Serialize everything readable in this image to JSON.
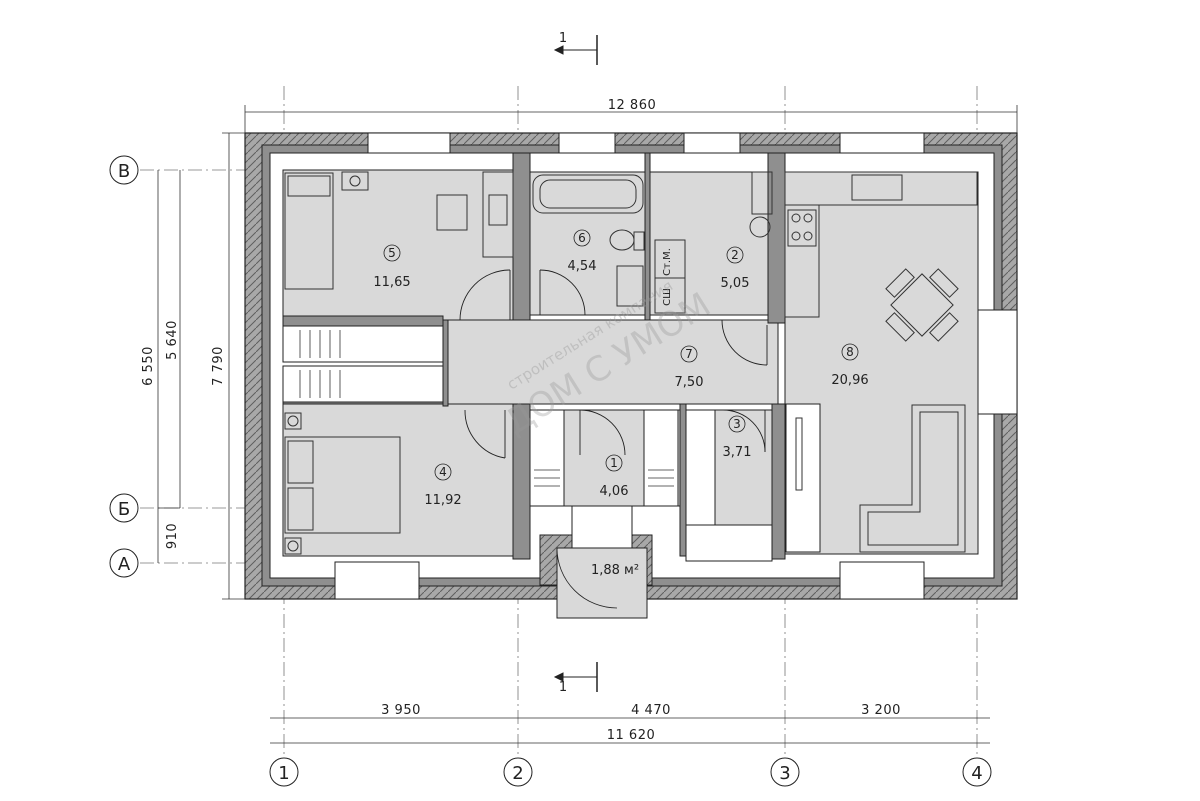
{
  "section_mark": "1",
  "dimensions": {
    "overall_top": "12 860",
    "left_outer": "7 790",
    "left_mid": "6 550",
    "left_inner": "5 640",
    "left_small": "910",
    "bottom_1": "3 950",
    "bottom_2": "4 470",
    "bottom_3": "3 200",
    "bottom_total": "11 620"
  },
  "axes": {
    "horizontal": [
      "1",
      "2",
      "3",
      "4"
    ],
    "vertical": [
      "В",
      "Б",
      "А"
    ]
  },
  "rooms": [
    {
      "num": "1",
      "area": "4,06"
    },
    {
      "num": "2",
      "area": "5,05"
    },
    {
      "num": "3",
      "area": "3,71"
    },
    {
      "num": "4",
      "area": "11,92"
    },
    {
      "num": "5",
      "area": "11,65"
    },
    {
      "num": "6",
      "area": "4,54"
    },
    {
      "num": "7",
      "area": "7,50"
    },
    {
      "num": "8",
      "area": "20,96"
    }
  ],
  "porch": {
    "area": "1,88 м²"
  },
  "labels": {
    "appliance_1": "Ст.М.",
    "appliance_2": "СШ"
  },
  "watermark": {
    "brand": "ДОМ С УМОМ",
    "company": "строительная компания"
  },
  "colors": {
    "wall": "#8f8f8f",
    "floor": "#d8d8d8",
    "line": "#222222"
  }
}
